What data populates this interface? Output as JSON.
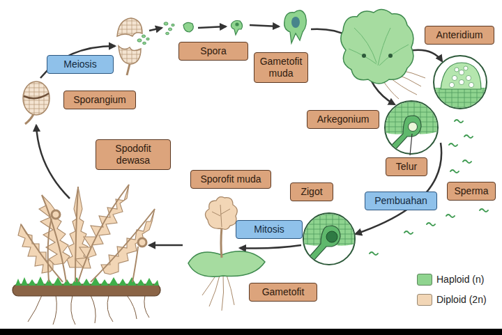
{
  "diagram": {
    "nodes": [
      {
        "text": [
          "Meiosis"
        ]
      },
      {
        "text": [
          "Sporangium"
        ]
      },
      {
        "text": [
          "Spora"
        ]
      },
      {
        "text": [
          "Gametofit muda"
        ]
      },
      {
        "text": [
          "Anteridium"
        ]
      },
      {
        "text": [
          "Arkegonium"
        ]
      },
      {
        "text": [
          "Telur"
        ]
      },
      {
        "text": [
          "Sperma"
        ]
      },
      {
        "text": [
          "Pembuahan"
        ]
      },
      {
        "text": [
          "Zigot"
        ]
      },
      {
        "text": [
          "Sporofit muda"
        ]
      },
      {
        "text": [
          "Mitosis"
        ]
      },
      {
        "text": [
          "Gametofit"
        ]
      },
      {
        "text": [
          "Spodofit dewasa"
        ]
      }
    ],
    "legend": [
      {
        "text": "Haploid (n)",
        "color": "#8fd48f"
      },
      {
        "text": "Diploid (2n)",
        "color": "#f2d6b6"
      }
    ]
  }
}
